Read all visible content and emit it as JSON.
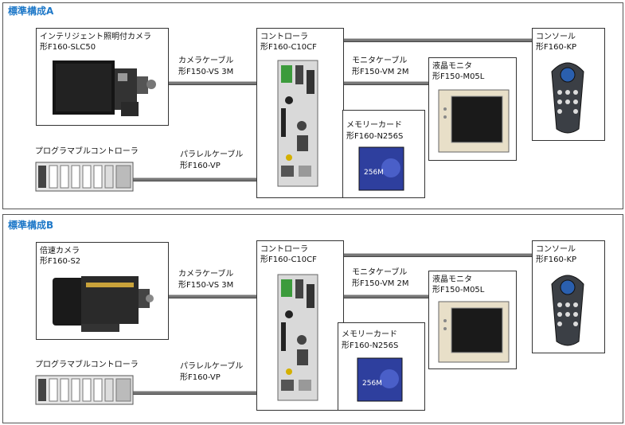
{
  "configs": [
    {
      "title": "標準構成A",
      "camera": {
        "line1": "インテリジェント照明付カメラ",
        "line2": "形F160-SLC50"
      },
      "camera_cable": {
        "line1": "カメラケーブル",
        "line2": "形F150-VS 3M"
      },
      "controller": {
        "line1": "コントローラ",
        "line2": "形F160-C10CF"
      },
      "monitor_cable": {
        "line1": "モニタケーブル",
        "line2": "形F150-VM 2M"
      },
      "console": {
        "line1": "コンソール",
        "line2": "形F160-KP"
      },
      "monitor": {
        "line1": "液晶モニタ",
        "line2": "形F150-M05L"
      },
      "memory_card": {
        "line1": "メモリーカード",
        "line2": "形F160-N256S",
        "card_text": "256M"
      },
      "plc": {
        "line1": "プログラマブルコントローラ"
      },
      "parallel_cable": {
        "line1": "パラレルケーブル",
        "line2": "形F160-VP"
      }
    },
    {
      "title": "標準構成B",
      "camera": {
        "line1": "倍速カメラ",
        "line2": "形F160-S2"
      },
      "camera_cable": {
        "line1": "カメラケーブル",
        "line2": "形F150-VS 3M"
      },
      "controller": {
        "line1": "コントローラ",
        "line2": "形F160-C10CF"
      },
      "monitor_cable": {
        "line1": "モニタケーブル",
        "line2": "形F150-VM 2M"
      },
      "console": {
        "line1": "コンソール",
        "line2": "形F160-KP"
      },
      "monitor": {
        "line1": "液晶モニタ",
        "line2": "形F150-M05L"
      },
      "memory_card": {
        "line1": "メモリーカード",
        "line2": "形F160-N256S",
        "card_text": "256M"
      },
      "plc": {
        "line1": "プログラマブルコントローラ"
      },
      "parallel_cable": {
        "line1": "パラレルケーブル",
        "line2": "形F160-VP"
      }
    }
  ],
  "colors": {
    "title": "#1e78c8",
    "cable": "#777777",
    "border": "#333333"
  }
}
